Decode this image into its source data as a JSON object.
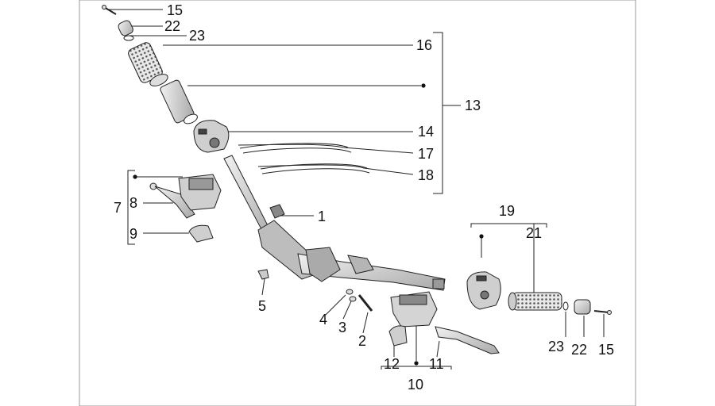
{
  "diagram": {
    "callouts": {
      "c15_top": "15",
      "c22_top": "22",
      "c23_top": "23",
      "c16": "16",
      "c13": "13",
      "c14": "14",
      "c17": "17",
      "c18": "18",
      "c7": "7",
      "c8": "8",
      "c9": "9",
      "c1": "1",
      "c19": "19",
      "c21": "21",
      "c5": "5",
      "c4": "4",
      "c3": "3",
      "c2": "2",
      "c12": "12",
      "c11": "11",
      "c10": "10",
      "c23_bottom": "23",
      "c22_bottom": "22",
      "c15_bottom": "15"
    }
  }
}
